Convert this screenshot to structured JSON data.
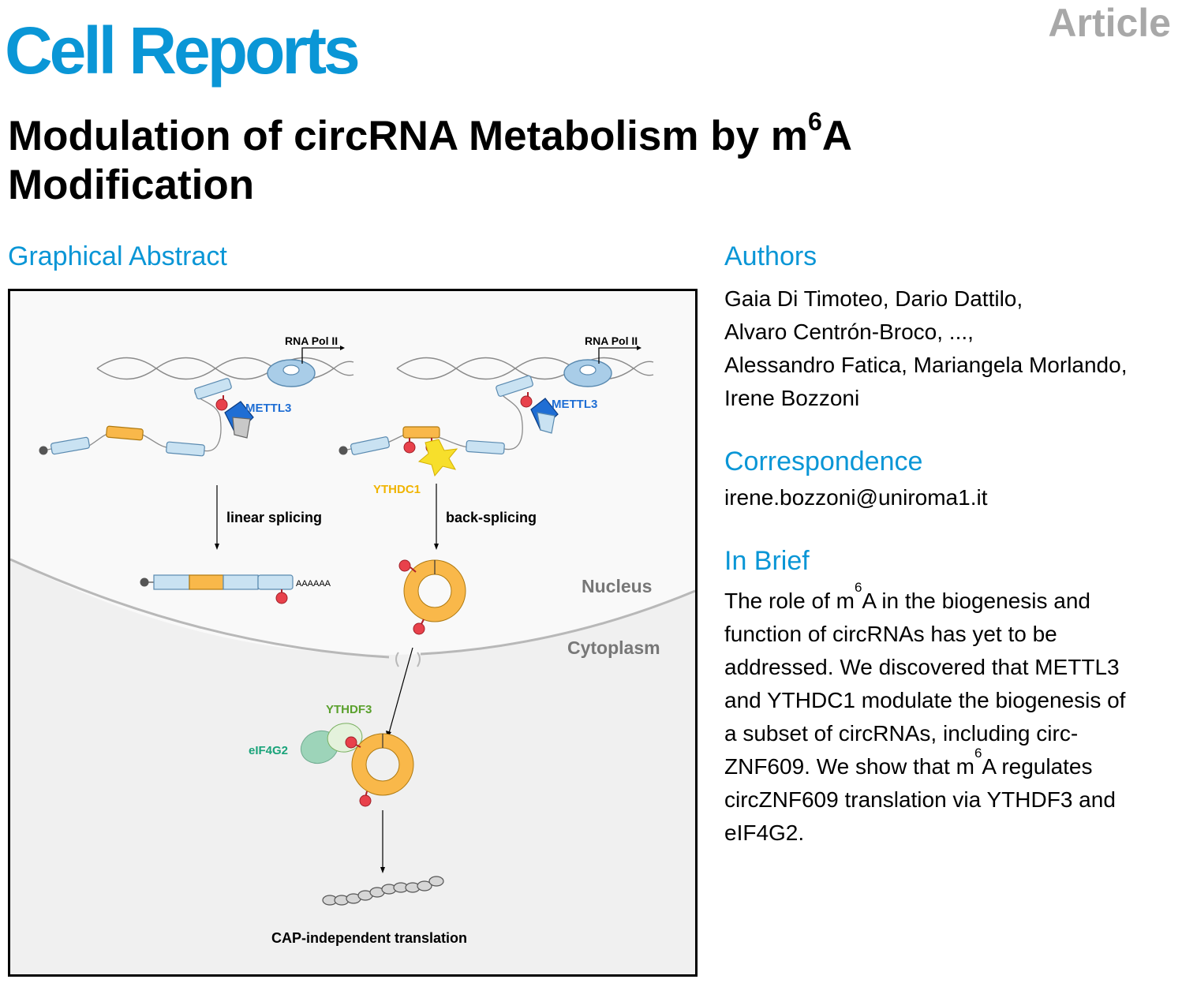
{
  "header": {
    "journal": "Cell Reports",
    "article_type": "Article"
  },
  "title": {
    "line1": "Modulation of circRNA Metabolism by m",
    "superscript": "6",
    "line1_end": "A",
    "line2": "Modification"
  },
  "graphical_abstract": {
    "heading": "Graphical Abstract",
    "labels": {
      "rna_pol_left": "RNA Pol II",
      "rna_pol_right": "RNA Pol II",
      "mettl3_left": "METTL3",
      "mettl3_right": "METTL3",
      "ythdc1": "YTHDC1",
      "linear_splicing": "linear splicing",
      "back_splicing": "back-splicing",
      "polya": "AAAAAA",
      "nucleus": "Nucleus",
      "cytoplasm": "Cytoplasm",
      "ythdf3": "YTHDF3",
      "eif4g2": "eIF4G2",
      "translation": "CAP-independent translation"
    },
    "colors": {
      "exon_blue": "#c9e2f2",
      "exon_orange": "#f9b84a",
      "m6a_red": "#e8414b",
      "mettl3_blue": "#1f6ed4",
      "ythdc1_yellow": "#f7df2b",
      "ythdc1_text": "#f0b400",
      "ythdf3_green": "#5aa02c",
      "eif4g2_green": "#1aa37a",
      "pol_blue": "#a9cde8",
      "compartment_label": "#777777"
    }
  },
  "authors": {
    "heading": "Authors",
    "lines": [
      "Gaia Di Timoteo, Dario Dattilo,",
      "Alvaro Centrón-Broco, ...,",
      "Alessandro Fatica, Mariangela Morlando,",
      "Irene Bozzoni"
    ]
  },
  "correspondence": {
    "heading": "Correspondence",
    "email": "irene.bozzoni@uniroma1.it"
  },
  "in_brief": {
    "heading": "In Brief",
    "line1_a": "The role of m",
    "line1_sup": "6",
    "line1_b": "A in the biogenesis and",
    "line2": "function of circRNAs has yet to be",
    "line3": "addressed. We discovered that METTL3",
    "line4": "and YTHDC1 modulate the biogenesis of",
    "line5": "a subset of circRNAs, including circ-",
    "line6_a": "ZNF609. We show that m",
    "line6_sup": "6",
    "line6_b": "A regulates",
    "line7": "circZNF609 translation via YTHDF3 and",
    "line8": "eIF4G2."
  }
}
